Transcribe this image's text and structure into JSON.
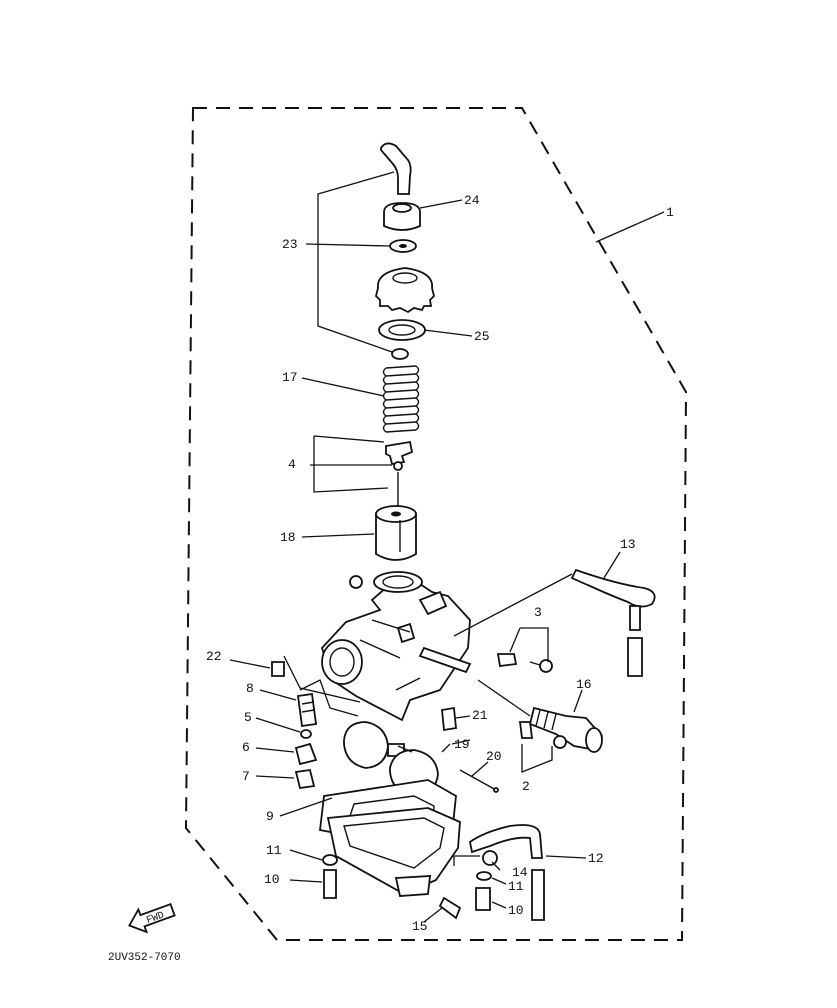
{
  "callouts": [
    {
      "id": "1",
      "text": "1"
    },
    {
      "id": "2",
      "text": "2"
    },
    {
      "id": "3",
      "text": "3"
    },
    {
      "id": "4",
      "text": "4"
    },
    {
      "id": "5",
      "text": "5"
    },
    {
      "id": "6",
      "text": "6"
    },
    {
      "id": "7",
      "text": "7"
    },
    {
      "id": "8",
      "text": "8"
    },
    {
      "id": "9",
      "text": "9"
    },
    {
      "id": "10a",
      "text": "10"
    },
    {
      "id": "10b",
      "text": "10"
    },
    {
      "id": "11a",
      "text": "11"
    },
    {
      "id": "11b",
      "text": "11"
    },
    {
      "id": "12",
      "text": "12"
    },
    {
      "id": "13",
      "text": "13"
    },
    {
      "id": "14",
      "text": "14"
    },
    {
      "id": "15",
      "text": "15"
    },
    {
      "id": "16",
      "text": "16"
    },
    {
      "id": "17",
      "text": "17"
    },
    {
      "id": "18",
      "text": "18"
    },
    {
      "id": "19",
      "text": "19"
    },
    {
      "id": "20",
      "text": "20"
    },
    {
      "id": "21",
      "text": "21"
    },
    {
      "id": "22",
      "text": "22"
    },
    {
      "id": "23",
      "text": "23"
    },
    {
      "id": "24",
      "text": "24"
    },
    {
      "id": "25",
      "text": "25"
    }
  ],
  "fwd_label": "FWD",
  "figure_code": "2UV352-7070"
}
